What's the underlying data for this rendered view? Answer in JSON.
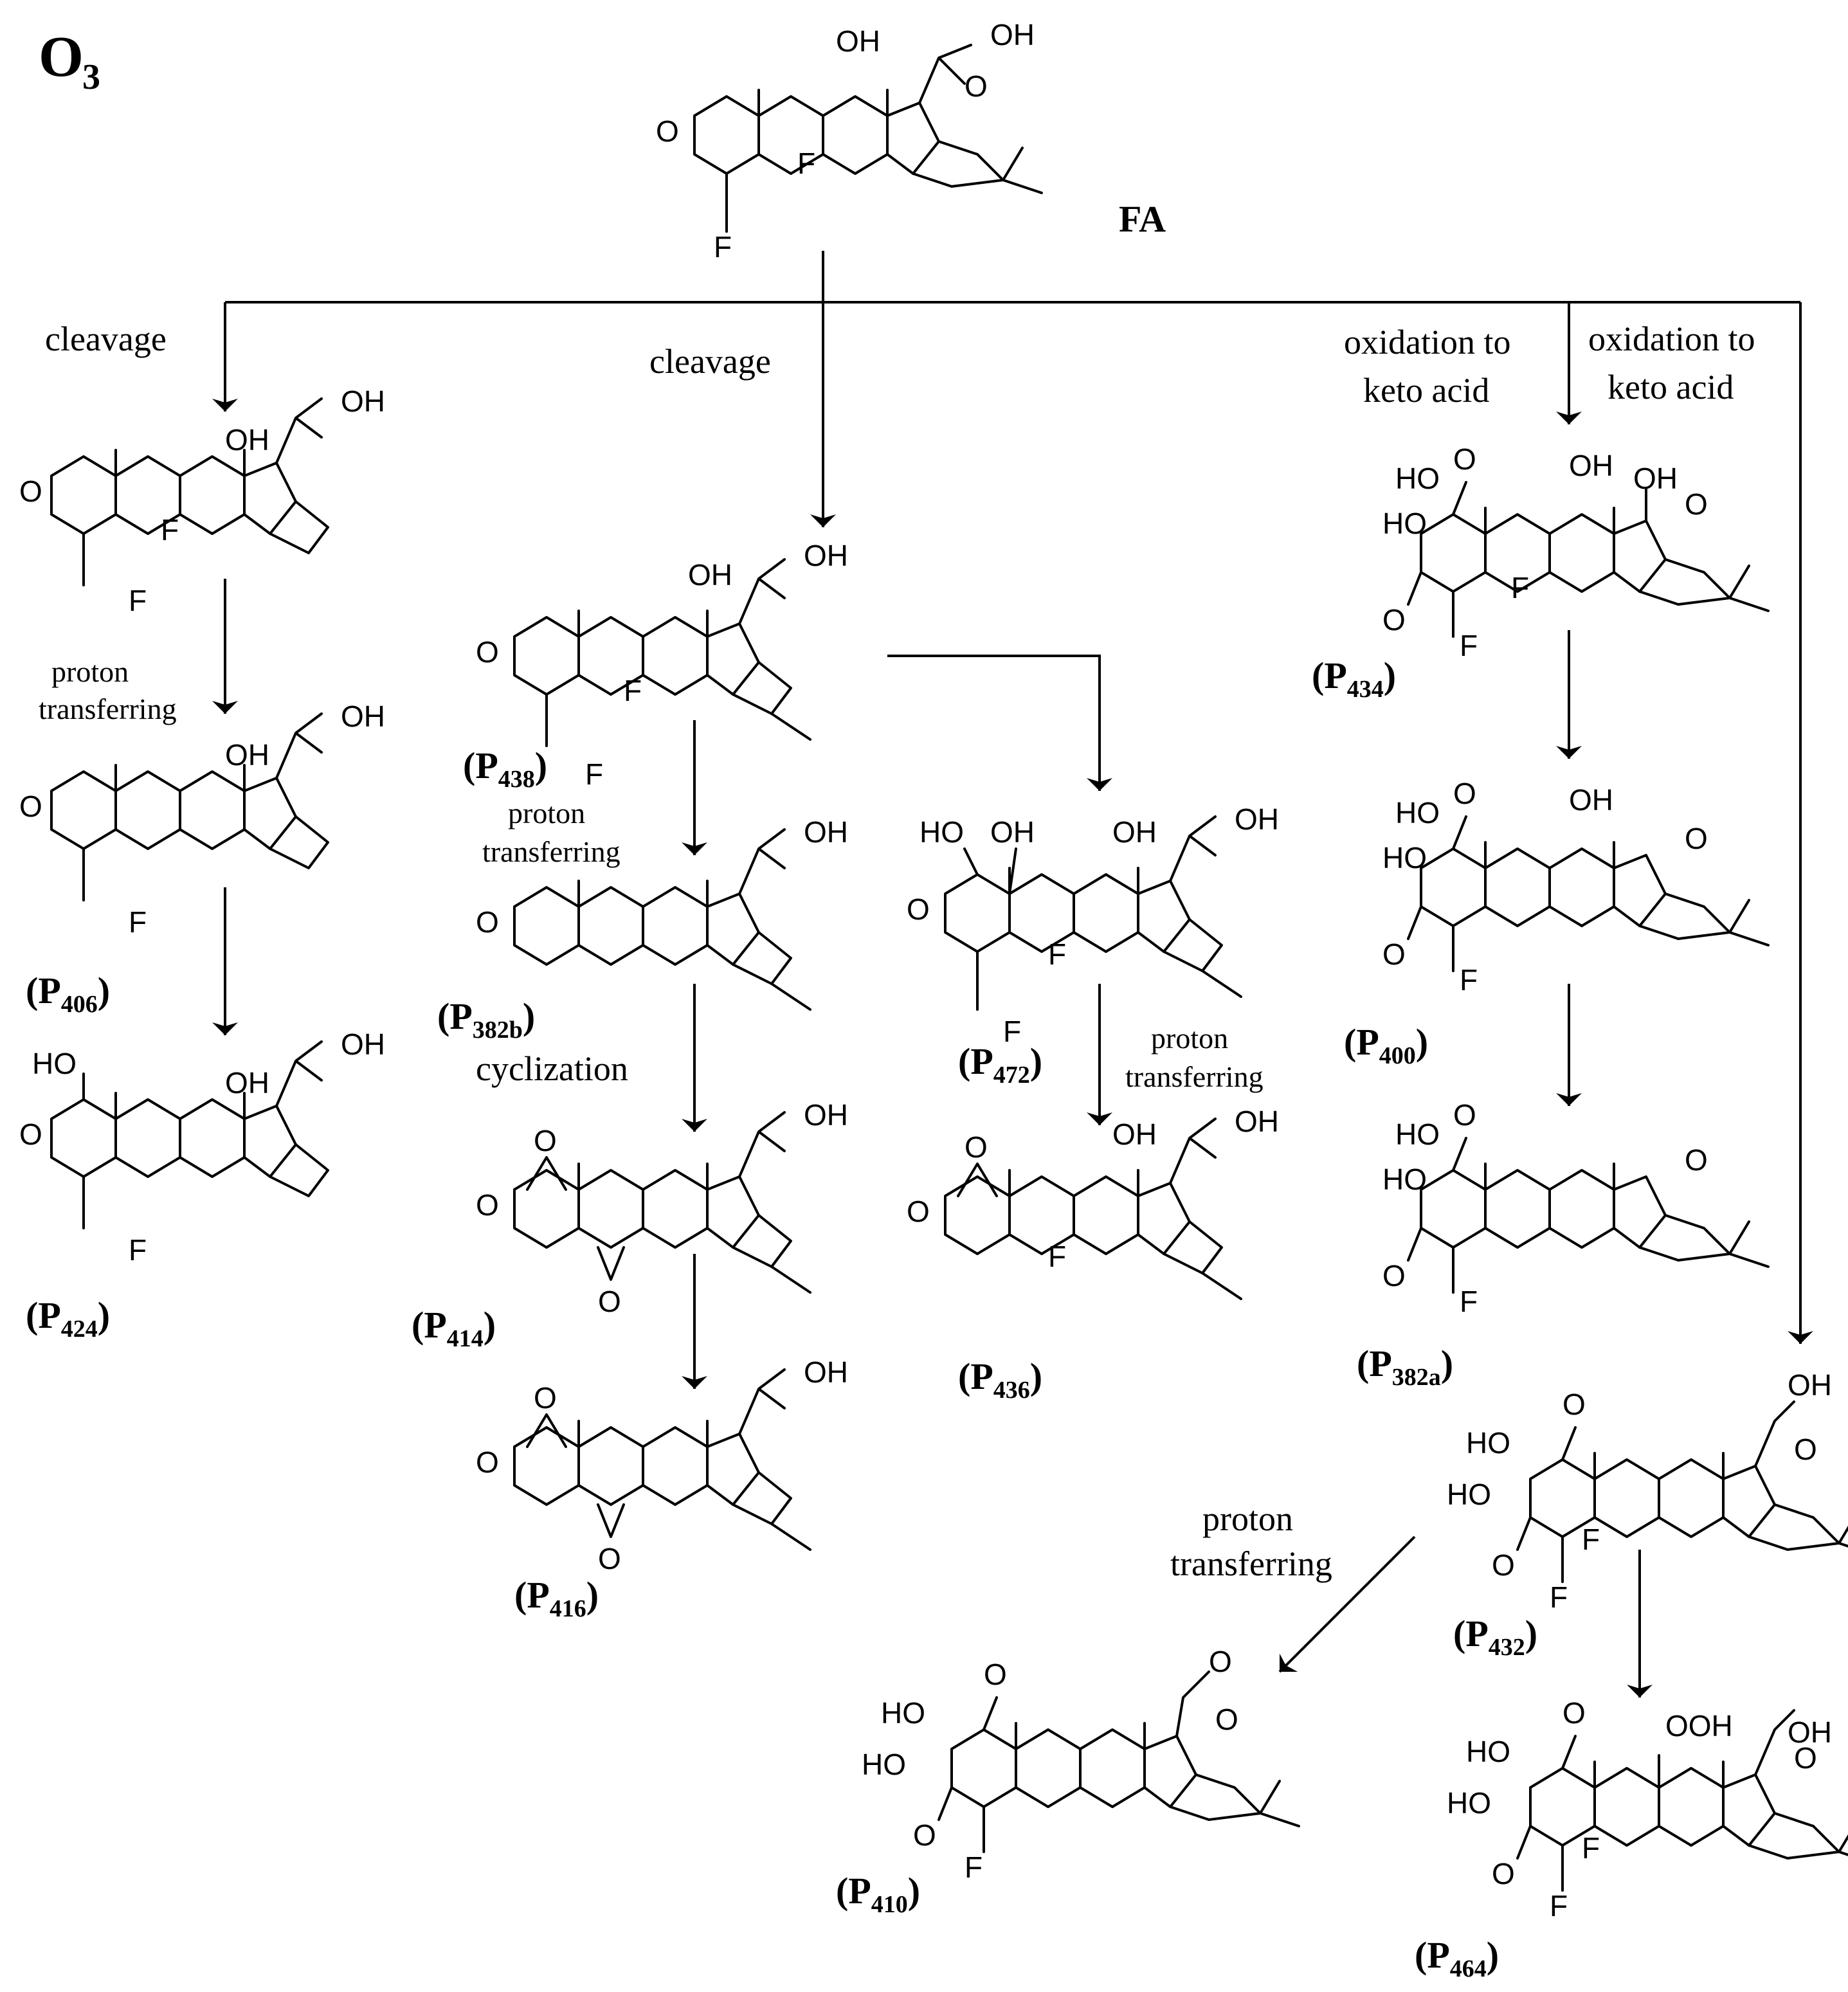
{
  "reagent": {
    "main": "O",
    "sub": "3"
  },
  "parent": {
    "name": "FA"
  },
  "steps": {
    "cleavage_left": "cleavage",
    "cleavage_mid": "cleavage",
    "oxidation_1_line1": "oxidation to",
    "oxidation_1_line2": "keto acid",
    "oxidation_2_line1": "oxidation to",
    "oxidation_2_line2": "keto acid",
    "proton_left_line1": "proton",
    "proton_left_line2": "transferring",
    "proton_mid_line1": "proton",
    "proton_mid_line2": "transferring",
    "proton_472_line1": "proton",
    "proton_472_line2": "transferring",
    "proton_432_line1": "proton",
    "proton_432_line2": "transferring",
    "cyclization": "cyclization"
  },
  "products": {
    "p406": "406",
    "p424": "424",
    "p438": "438",
    "p382b": "382b",
    "p414": "414",
    "p416": "416",
    "p472": "472",
    "p436": "436",
    "p434": "434",
    "p400": "400",
    "p382a": "382a",
    "p432": "432",
    "p410": "410",
    "p464": "464"
  },
  "product_prefix": "P",
  "atoms": {
    "O": "O",
    "OH": "OH",
    "HO": "HO",
    "F": "F",
    "OOH": "OOH"
  }
}
